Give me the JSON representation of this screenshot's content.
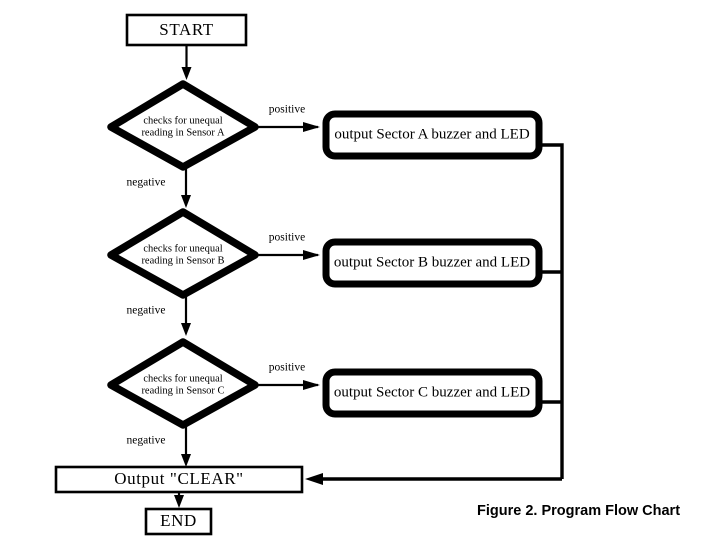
{
  "figure": {
    "caption": "Figure 2. Program Flow Chart"
  },
  "chart_data": {
    "type": "diagram",
    "diagram_kind": "flowchart",
    "title": "Figure 2. Program Flow Chart",
    "orientation": "top-to-bottom",
    "nodes": [
      {
        "id": "start",
        "shape": "terminal",
        "label": "START"
      },
      {
        "id": "check_a",
        "shape": "decision",
        "label_line1": "checks for unequal",
        "label_line2": "reading in Sensor A"
      },
      {
        "id": "out_a",
        "shape": "process",
        "label": "output Sector A buzzer and LED"
      },
      {
        "id": "check_b",
        "shape": "decision",
        "label_line1": "checks for unequal",
        "label_line2": "reading in Sensor B"
      },
      {
        "id": "out_b",
        "shape": "process",
        "label": "output Sector B buzzer and LED"
      },
      {
        "id": "check_c",
        "shape": "decision",
        "label_line1": "checks for unequal",
        "label_line2": "reading in Sensor C"
      },
      {
        "id": "out_c",
        "shape": "process",
        "label": "output Sector C buzzer and LED"
      },
      {
        "id": "clear",
        "shape": "process-thin",
        "label": "Output \"CLEAR\""
      },
      {
        "id": "end",
        "shape": "terminal",
        "label": "END"
      }
    ],
    "edges": [
      {
        "from": "start",
        "to": "check_a",
        "label": ""
      },
      {
        "from": "check_a",
        "to": "out_a",
        "label": "positive"
      },
      {
        "from": "check_a",
        "to": "check_b",
        "label": "negative"
      },
      {
        "from": "check_b",
        "to": "out_b",
        "label": "positive"
      },
      {
        "from": "check_b",
        "to": "check_c",
        "label": "negative"
      },
      {
        "from": "check_c",
        "to": "out_c",
        "label": "positive"
      },
      {
        "from": "check_c",
        "to": "clear",
        "label": "negative"
      },
      {
        "from": "out_a",
        "to": "clear",
        "label": ""
      },
      {
        "from": "out_b",
        "to": "clear",
        "label": ""
      },
      {
        "from": "out_c",
        "to": "clear",
        "label": ""
      },
      {
        "from": "clear",
        "to": "end",
        "label": ""
      }
    ],
    "labels": {
      "positive": "positive",
      "negative": "negative"
    },
    "colors": {
      "background": "#ffffff",
      "stroke": "#000000",
      "fill": "#ffffff",
      "text": "#000000"
    }
  }
}
